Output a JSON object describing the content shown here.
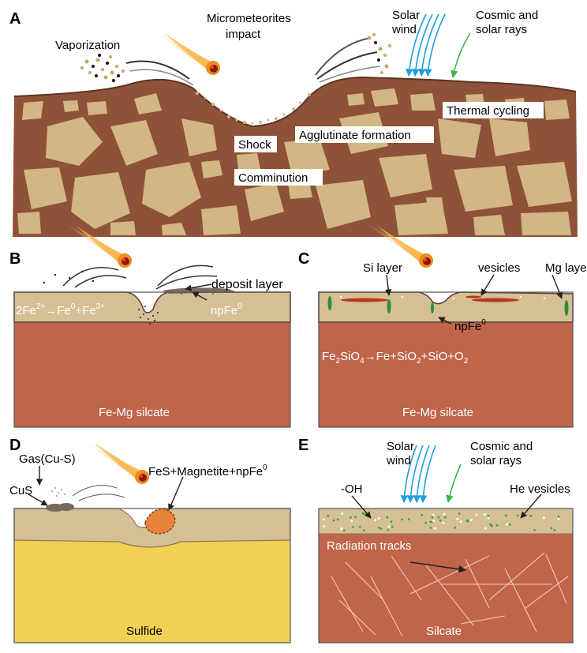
{
  "panel_a": {
    "letter": "A",
    "vaporization": "Vaporization",
    "micrometeorites_line1": "Micrometeorites",
    "micrometeorites_line2": "impact",
    "solar_wind_line1": "Solar",
    "solar_wind_line2": "wind",
    "cosmic_line1": "Cosmic and",
    "cosmic_line2": "solar rays",
    "thermal_cycling": "Thermal cycling",
    "agglutinate": "Agglutinate formation",
    "shock": "Shock",
    "comminution": "Comminution"
  },
  "panel_b": {
    "letter": "B",
    "deposit_layer": "deposit layer",
    "reaction_base": "2Fe",
    "reaction_sup1": "2+",
    "reaction_mid1": "→Fe",
    "reaction_sup2": "0",
    "reaction_mid2": "+Fe",
    "reaction_sup3": "3+",
    "npfe_base": "npFe",
    "npfe_sup": "0",
    "substrate": "Fe-Mg silcate"
  },
  "panel_c": {
    "letter": "C",
    "si_layer": "Si layer",
    "vesicles": "vesicles",
    "mg_layer": "Mg layer",
    "npfe_base": "npFe",
    "npfe_sup": "0",
    "eq_1": "Fe",
    "eq_sub1": "2",
    "eq_2": "SiO",
    "eq_sub2": "4",
    "eq_3": "→Fe+SiO",
    "eq_sub3": "2",
    "eq_4": "+SiO+O",
    "eq_sub4": "2",
    "substrate": "Fe-Mg silcate"
  },
  "panel_d": {
    "letter": "D",
    "gas": "Gas(Cu-S)",
    "cus": "CuS",
    "products_base": "FeS+Magnetite+npFe",
    "products_sup": "0",
    "substrate": "Sulfide"
  },
  "panel_e": {
    "letter": "E",
    "solar_wind_line1": "Solar",
    "solar_wind_line2": "wind",
    "cosmic_line1": "Cosmic and",
    "cosmic_line2": "solar rays",
    "oh": "-OH",
    "he_vesicles": "He vesicles",
    "radiation_tracks": "Radiation tracks",
    "substrate": "Silcate"
  },
  "colors": {
    "regolith_matrix": "#8e5238",
    "clast": "#d2b684",
    "rim": "#d5c095",
    "silicate": "#c0654a",
    "sulfide": "#f2d053",
    "solar_wind_arrow": "#1e9ee0",
    "cosmic_arrow": "#3cb44b",
    "meteor": "#f5a02a"
  }
}
